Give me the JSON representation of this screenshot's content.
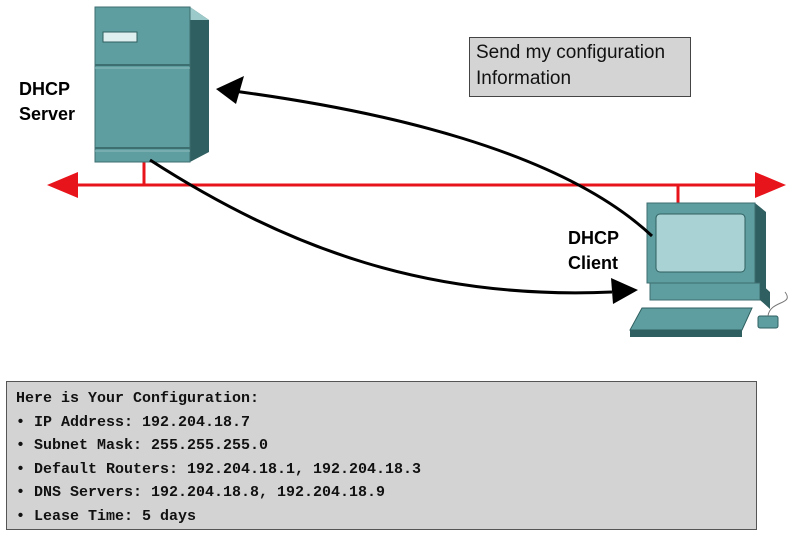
{
  "server": {
    "label": "DHCP\nServer"
  },
  "client": {
    "label": "DHCP\nClient"
  },
  "callout": {
    "line1": "Send my configuration",
    "line2": "Information"
  },
  "config": {
    "title": "Here is Your Configuration:",
    "items": [
      "IP Address: 192.204.18.7",
      "Subnet Mask: 255.255.255.0",
      "Default Routers: 192.204.18.1, 192.204.18.3",
      "DNS Servers: 192.204.18.8, 192.204.18.9",
      "Lease Time: 5 days"
    ],
    "bullet": "•"
  },
  "colors": {
    "network_line": "#e8141c",
    "device_teal": "#5f9ea0",
    "arrow": "#000000",
    "panel_gray": "#d3d3d3"
  },
  "icons": [
    "server-icon",
    "workstation-icon"
  ]
}
